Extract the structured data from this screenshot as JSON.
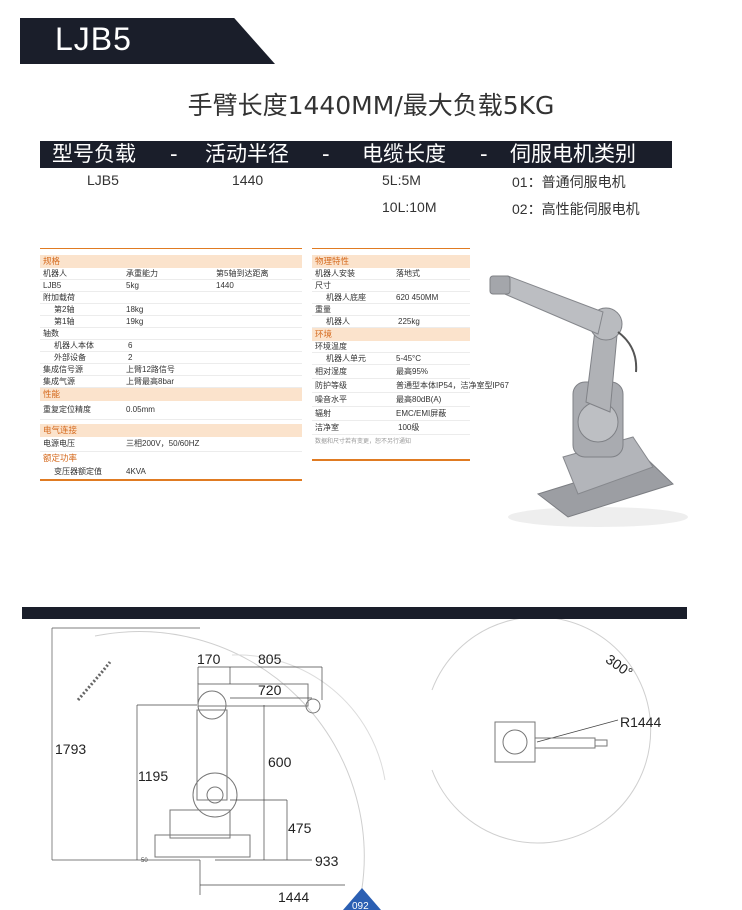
{
  "header": {
    "model": "LJB5",
    "headline": "手臂长度1440MM/最大负载5KG"
  },
  "spec_bar": {
    "col1": "型号负载",
    "sep1": "-",
    "col2": "活动半径",
    "sep2": "-",
    "col3": "电缆长度",
    "sep3": "-",
    "col4": "伺服电机类别"
  },
  "spec_values": {
    "model": "LJB5",
    "radius": "1440",
    "cable1": "5L:5M",
    "cable2": "10L:10M",
    "servo1": "01：普通伺服电机",
    "servo2": "02：高性能伺服电机"
  },
  "left_table": {
    "spec_title": "规格",
    "hdr": {
      "a": "机器人",
      "b": "承重能力",
      "c": "第5轴到达距离"
    },
    "hdr_vals": {
      "a": "LJB5",
      "b": "5kg",
      "c": "1440"
    },
    "extra_load": "附加载荷",
    "axis2": {
      "label": "第2轴",
      "value": "18kg"
    },
    "axis1": {
      "label": "第1轴",
      "value": "19kg"
    },
    "axes": "轴数",
    "body": {
      "label": "机器人本体",
      "value": "6"
    },
    "external": {
      "label": "外部设备",
      "value": "2"
    },
    "signal": {
      "label": "集成信号源",
      "value": "上臂12路信号"
    },
    "air": {
      "label": "集成气源",
      "value": "上臂最高8bar"
    },
    "perf_title": "性能",
    "repeat": {
      "label": "重复定位精度",
      "value": "0.05mm"
    },
    "elec_title": "电气连接",
    "power": {
      "label": "电源电压",
      "value": "三相200V，50/60HZ"
    },
    "rated_title": "额定功率",
    "trans": {
      "label": "变压器额定值",
      "value": "4KVA"
    }
  },
  "right_table": {
    "phys_title": "物理特性",
    "mount": {
      "label": "机器人安装",
      "value": "落地式"
    },
    "size": "尺寸",
    "base": {
      "label": "机器人底座",
      "value": "620   450MM"
    },
    "weight": "重量",
    "robot": {
      "label": "机器人",
      "value": "225kg"
    },
    "env_title": "环境",
    "envtemp": "环境温度",
    "unit": {
      "label": "机器人单元",
      "value": "5-45°C"
    },
    "humidity": {
      "label": "相对湿度",
      "value": "最高95%"
    },
    "protect": {
      "label": "防护等级",
      "value": "普通型本体IP54，洁净室型IP67"
    },
    "noise": {
      "label": "噪音水平",
      "value": "最高80dB(A)"
    },
    "radiation": {
      "label": "辐射",
      "value": "EMC/EMI屏蔽"
    },
    "clean": {
      "label": "洁净室",
      "value": "100级"
    },
    "note": "数据和尺寸若有变更，恕不另行通知"
  },
  "drawing": {
    "d170": "170",
    "d805": "805",
    "d720": "720",
    "d1793": "1793",
    "d1195": "1195",
    "d600": "600",
    "d475": "475",
    "d933": "933",
    "d1444": "1444",
    "d50": "50",
    "angle": "300°",
    "radius": "R1444",
    "badge": "092"
  },
  "colors": {
    "dark": "#1a1e2a",
    "orange": "#e07b22",
    "robot": "#a9abb0"
  }
}
